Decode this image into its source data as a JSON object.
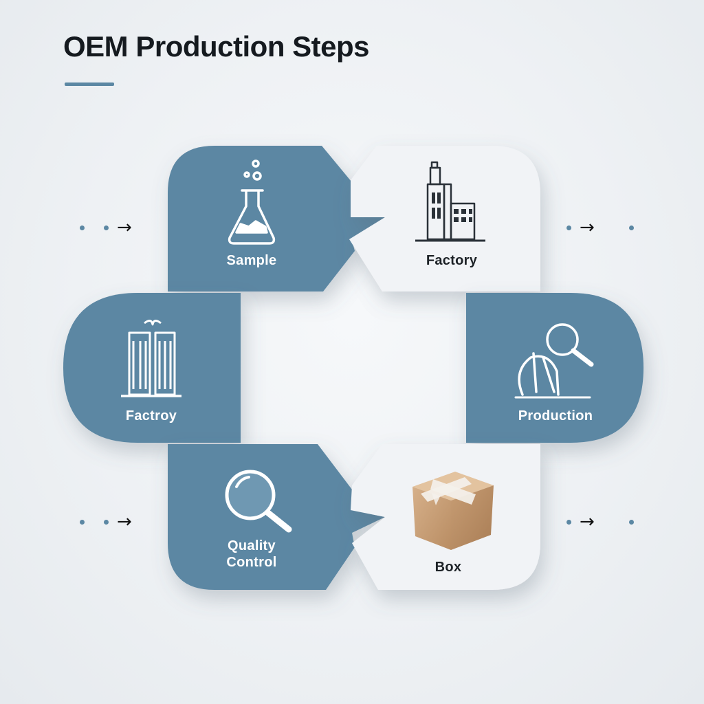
{
  "title": "OEM Production Steps",
  "colors": {
    "blue_tile": "#5b87a3",
    "white_tile": "#f1f3f6",
    "accent_rule": "#5b87a3",
    "box_brown": "#c9a27a"
  },
  "steps": [
    {
      "id": "sample",
      "label": "Sample",
      "icon": "flask-icon",
      "tone": "blue"
    },
    {
      "id": "factory-top",
      "label": "Factory",
      "icon": "factory-building-icon",
      "tone": "white"
    },
    {
      "id": "factory-left",
      "label": "Factroy",
      "icon": "towers-icon",
      "tone": "blue"
    },
    {
      "id": "production",
      "label": "Production",
      "icon": "magnifier-machine-icon",
      "tone": "blue"
    },
    {
      "id": "quality-control",
      "label_lines": [
        "Quality",
        "Control"
      ],
      "icon": "magnifying-glass-icon",
      "tone": "blue"
    },
    {
      "id": "box",
      "label": "Box",
      "icon": "box-icon",
      "tone": "white"
    }
  ],
  "connectors": [
    {
      "id": "connector-left-top",
      "symbol": "→"
    },
    {
      "id": "connector-right-top",
      "symbol": "→"
    },
    {
      "id": "connector-left-bottom",
      "symbol": "→"
    },
    {
      "id": "connector-right-bottom",
      "symbol": "→"
    }
  ]
}
